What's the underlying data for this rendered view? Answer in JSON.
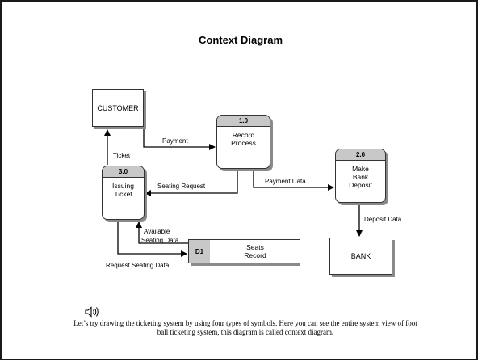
{
  "title": "Context Diagram",
  "entities": {
    "customer": "CUSTOMER",
    "bank": "BANK"
  },
  "processes": {
    "record": {
      "id": "1.0",
      "name": "Record\nProcess"
    },
    "deposit": {
      "id": "2.0",
      "name": "Make\nBank\nDeposit"
    },
    "issue": {
      "id": "3.0",
      "name": "Issuing\nTicket"
    }
  },
  "store": {
    "id": "D1",
    "name": "Seats\nRecord"
  },
  "flows": {
    "payment": "Payment",
    "ticket": "Ticket",
    "seating_request": "Seating Request",
    "payment_data": "Payment Data",
    "deposit_data": "Deposit Data",
    "available_1": "Available",
    "available_2": "Seating Data",
    "request_seating": "Request Seating Data"
  },
  "caption": {
    "text": "Let’s try drawing the ticketing system by using four types of symbols. Here you can see the entire system view of foot ball ticketing system, this diagram is called context diagram",
    "end": "."
  },
  "icons": {
    "speaker": "speaker-icon"
  }
}
